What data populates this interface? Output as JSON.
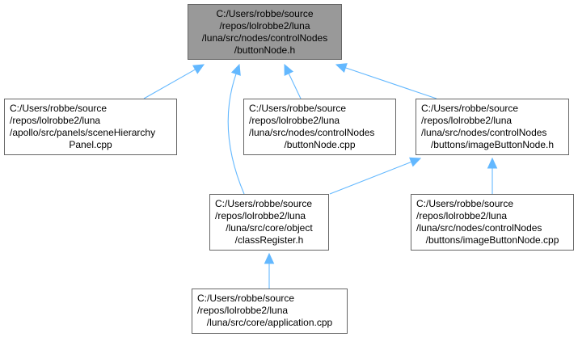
{
  "colors": {
    "edge": "#63b8ff",
    "focus_fill": "#999999",
    "border": "#666666"
  },
  "nodes": {
    "button_node_h": [
      "C:/Users/robbe/source",
      "/repos/lolrobbe2/luna",
      "/luna/src/nodes/controlNodes",
      "/buttonNode.h"
    ],
    "scene_hierarchy": [
      "C:/Users/robbe/source",
      "/repos/lolrobbe2/luna",
      "/apollo/src/panels/sceneHierarchy",
      "Panel.cpp"
    ],
    "button_node_cpp": [
      "C:/Users/robbe/source",
      "/repos/lolrobbe2/luna",
      "/luna/src/nodes/controlNodes",
      "/buttonNode.cpp"
    ],
    "image_button_h": [
      "C:/Users/robbe/source",
      "/repos/lolrobbe2/luna",
      "/luna/src/nodes/controlNodes",
      "/buttons/imageButtonNode.h"
    ],
    "class_register": [
      "C:/Users/robbe/source",
      "/repos/lolrobbe2/luna",
      "/luna/src/core/object",
      "/classRegister.h"
    ],
    "image_button_cpp": [
      "C:/Users/robbe/source",
      "/repos/lolrobbe2/luna",
      "/luna/src/nodes/controlNodes",
      "/buttons/imageButtonNode.cpp"
    ],
    "application": [
      "C:/Users/robbe/source",
      "/repos/lolrobbe2/luna",
      "/luna/src/core/application.cpp"
    ]
  },
  "edges": [
    {
      "from": "scene_hierarchy",
      "to": "button_node_h"
    },
    {
      "from": "class_register",
      "to": "button_node_h"
    },
    {
      "from": "button_node_cpp",
      "to": "button_node_h"
    },
    {
      "from": "image_button_h",
      "to": "button_node_h"
    },
    {
      "from": "class_register",
      "to": "image_button_h"
    },
    {
      "from": "image_button_cpp",
      "to": "image_button_h"
    },
    {
      "from": "application",
      "to": "class_register"
    }
  ]
}
